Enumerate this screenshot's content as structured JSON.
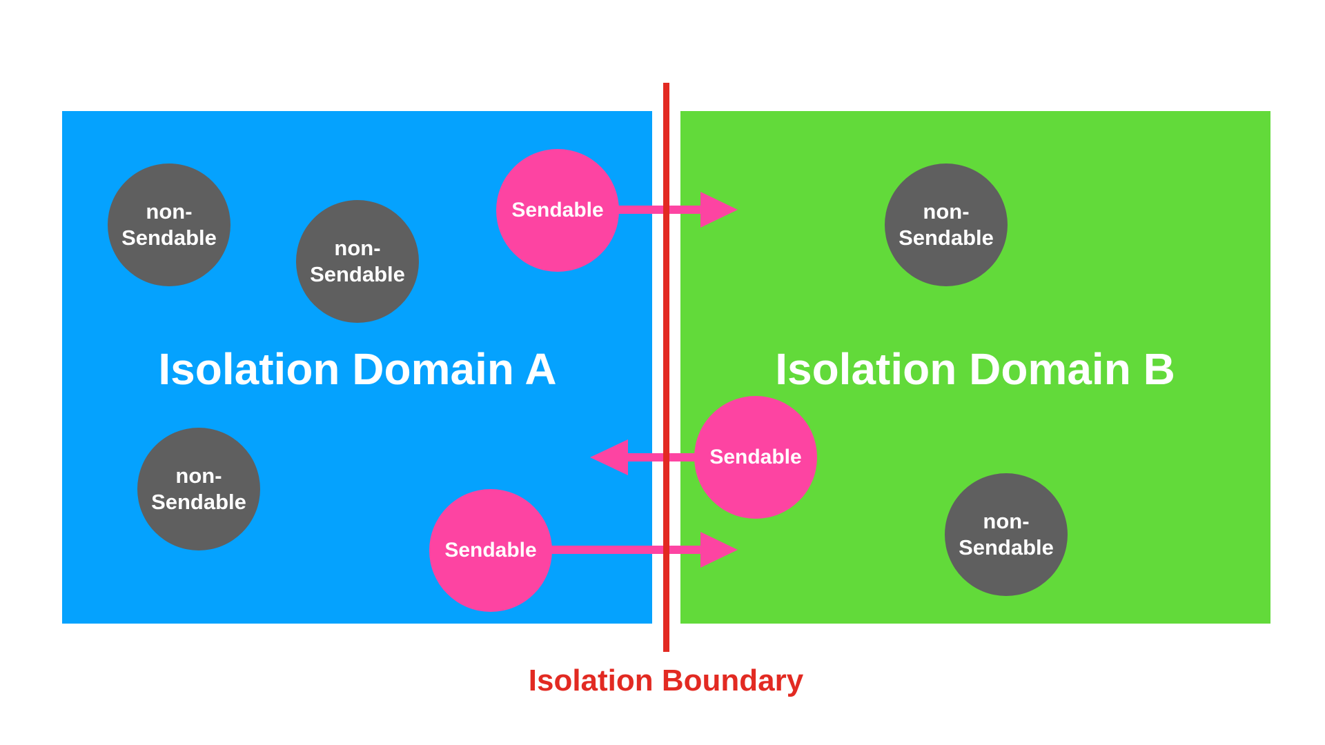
{
  "domains": {
    "a": {
      "label": "Isolation Domain A",
      "color": "#05A2FE"
    },
    "b": {
      "label": "Isolation Domain B",
      "color": "#62DA3A"
    }
  },
  "boundary": {
    "label": "Isolation Boundary",
    "color": "#E22A22"
  },
  "objects": {
    "non_sendable": {
      "line1": "non-",
      "line2": "Sendable",
      "color": "#5F5F5F"
    },
    "sendable": {
      "label": "Sendable",
      "color": "#FD44A2"
    }
  },
  "arrows": [
    {
      "from": "Isolation Domain A",
      "to": "Isolation Domain B"
    },
    {
      "from": "Isolation Domain B",
      "to": "Isolation Domain A"
    },
    {
      "from": "Isolation Domain A",
      "to": "Isolation Domain B"
    }
  ]
}
